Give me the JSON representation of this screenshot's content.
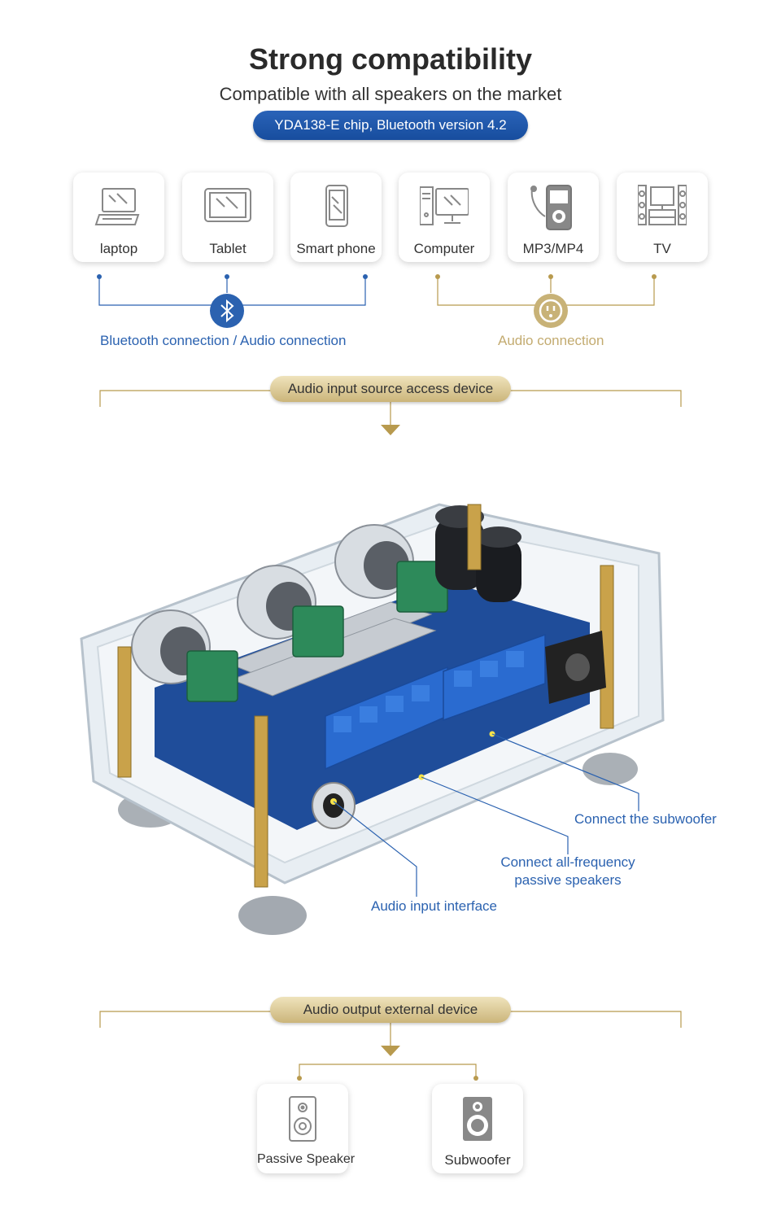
{
  "header": {
    "title": "Strong compatibility",
    "subtitle": "Compatible with all speakers on the market",
    "chip_badge": "YDA138-E chip, Bluetooth version 4.2"
  },
  "devices": [
    {
      "label": "laptop",
      "icon": "laptop-icon"
    },
    {
      "label": "Tablet",
      "icon": "tablet-icon"
    },
    {
      "label": "Smart phone",
      "icon": "smartphone-icon"
    },
    {
      "label": "Computer",
      "icon": "computer-icon"
    },
    {
      "label": "MP3/MP4",
      "icon": "mp3-player-icon"
    },
    {
      "label": "TV",
      "icon": "tv-icon"
    }
  ],
  "connections": {
    "bluetooth_label": "Bluetooth connection / Audio connection",
    "audio_label": "Audio connection"
  },
  "input_section": {
    "label": "Audio input source access device"
  },
  "board_annotations": {
    "subwoofer": "Connect the subwoofer",
    "passive_line1": "Connect all-frequency",
    "passive_line2": "passive speakers",
    "input": "Audio input interface"
  },
  "output_section": {
    "label": "Audio output external device"
  },
  "outputs": [
    {
      "label": "Passive Speaker",
      "icon": "passive-speaker-icon"
    },
    {
      "label": "Subwoofer",
      "icon": "subwoofer-icon"
    }
  ],
  "colors": {
    "blue": "#2b62b0",
    "gold": "#c3ab70",
    "badge": "#1f58a8"
  }
}
